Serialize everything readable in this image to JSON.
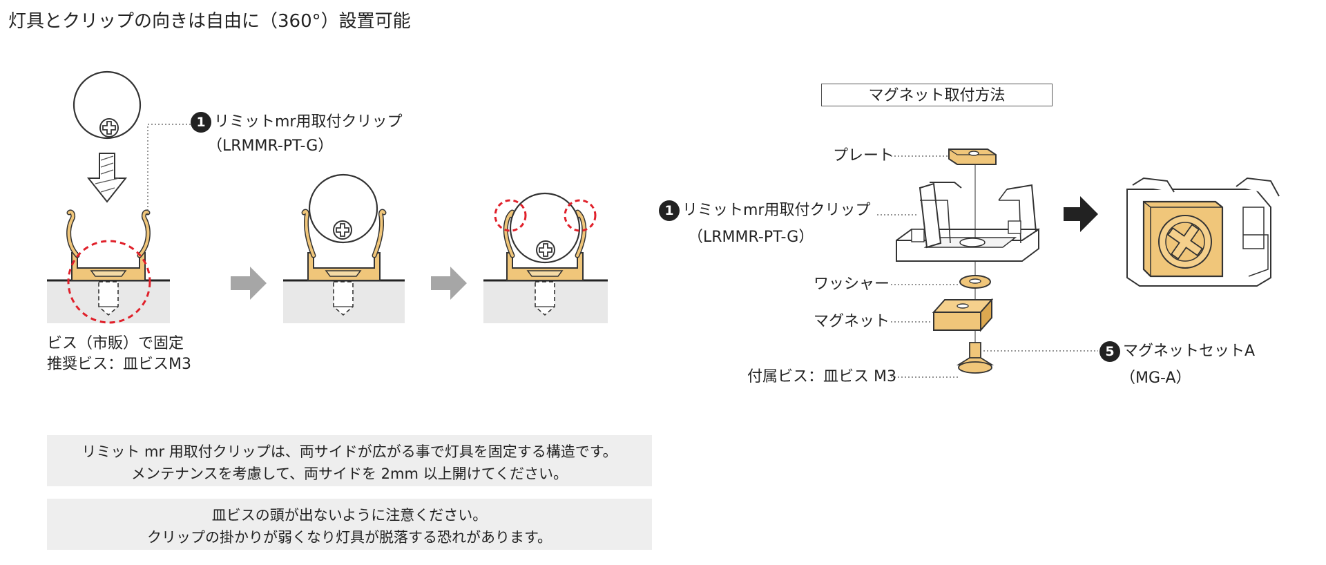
{
  "title": "灯具とクリップの向きは自由に（360°）設置可能",
  "left_section": {
    "callout_number": "1",
    "callout_line1": "リミットmr用取付クリップ",
    "callout_line2": "（LRMMR-PT-G）",
    "caption_line1": "ビス（市販）で固定",
    "caption_line2": "推奨ビス：皿ビスM3"
  },
  "right_section": {
    "title": "マグネット取付方法",
    "clip_number": "1",
    "clip_line1": "リミットmr用取付クリップ",
    "clip_line2": "（LRMMR-PT-G）",
    "label_plate": "プレート",
    "label_washer": "ワッシャー",
    "label_magnet": "マグネット",
    "label_screw": "付属ビス：皿ビス M3",
    "set_number": "5",
    "set_line1": "マグネットセットA",
    "set_line2": "（MG-A）"
  },
  "notes": [
    {
      "line1": "リミット mr 用取付クリップは、両サイドが広がる事で灯具を固定する構造です。",
      "line2": "メンテナンスを考慮して、両サイドを 2mm 以上開けてください。"
    },
    {
      "line1": "皿ビスの頭が出ないように注意ください。",
      "line2": "クリップの掛かりが弱くなり灯具が脱落する恐れがあります。"
    }
  ],
  "colors": {
    "clip_gold": "#f0c67a",
    "outline": "#333333",
    "wall_gray": "#e8e8e8",
    "arrow_gray": "#a6a6a6",
    "highlight_red": "#e0202a",
    "note_bg": "#eeeeee"
  }
}
